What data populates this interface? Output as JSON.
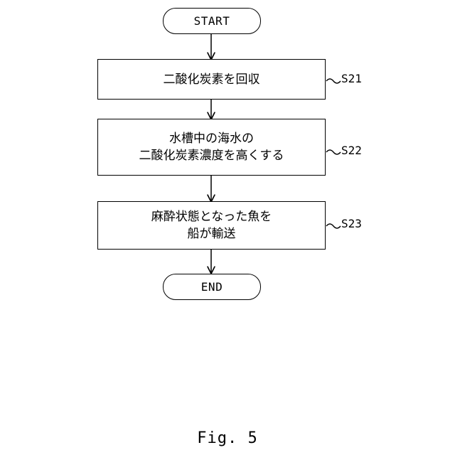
{
  "start": "START",
  "end": "END",
  "steps": [
    {
      "id": "S21",
      "lines": [
        "二酸化炭素を回収"
      ]
    },
    {
      "id": "S22",
      "lines": [
        "水槽中の海水の",
        "二酸化炭素濃度を高くする"
      ]
    },
    {
      "id": "S23",
      "lines": [
        "麻酔状態となった魚を",
        "船が輸送"
      ]
    }
  ],
  "caption": "Fig. 5"
}
